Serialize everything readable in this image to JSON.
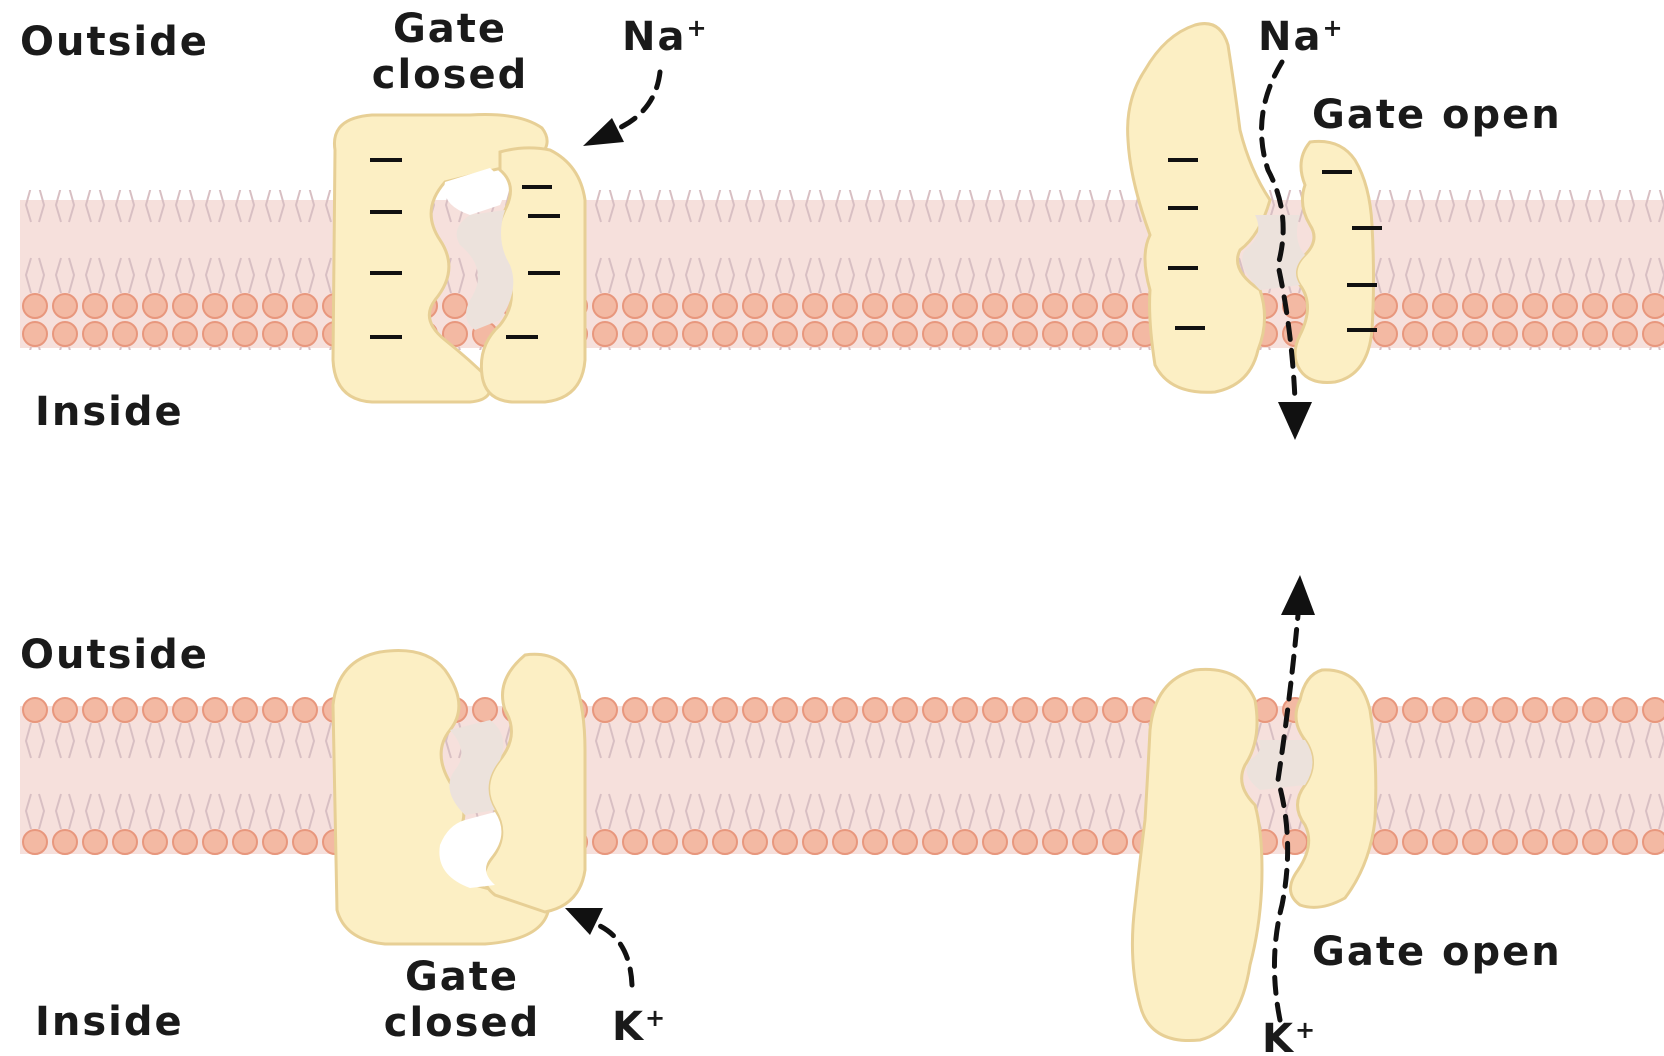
{
  "colors": {
    "membrane_band": "#f6e0dc",
    "phospholipid_head": "#f3b9a3",
    "phospholipid_head_outline": "#e8977d",
    "tail": "#d8bfc3",
    "protein_fill": "#fcefc4",
    "protein_outline": "#e7cf95",
    "arrow": "#111111"
  },
  "top_panel": {
    "outside_label": "Outside",
    "inside_label": "Inside",
    "closed_gate": {
      "label_line1": "Gate",
      "label_line2": "closed",
      "ion_name": "Na",
      "ion_charge": "+"
    },
    "open_gate": {
      "label": "Gate open",
      "ion_name": "Na",
      "ion_charge": "+"
    },
    "charge_symbol": "–"
  },
  "bottom_panel": {
    "outside_label": "Outside",
    "inside_label": "Inside",
    "closed_gate": {
      "label_line1": "Gate",
      "label_line2": "closed",
      "ion_name": "K",
      "ion_charge": "+"
    },
    "open_gate": {
      "label": "Gate open",
      "ion_name": "K",
      "ion_charge": "+"
    }
  }
}
